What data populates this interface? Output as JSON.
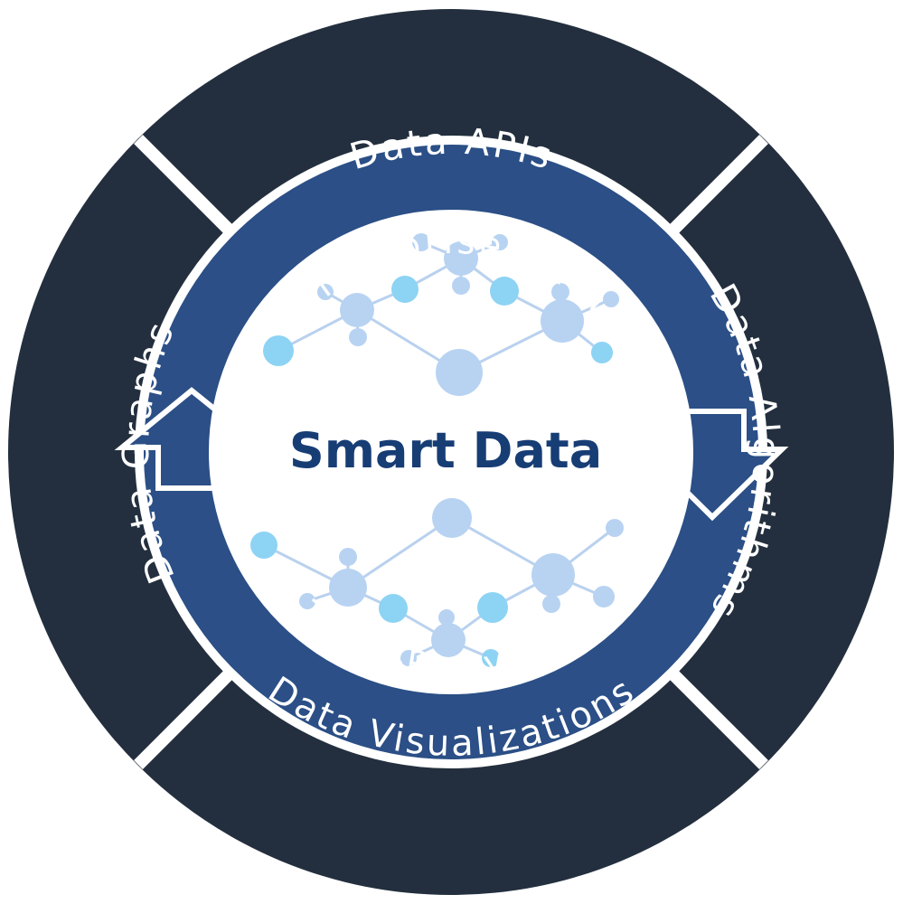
{
  "center": {
    "title": "Smart Data"
  },
  "inner_ring": {
    "top": "Enterprise Data",
    "bottom": "Third-Party Data"
  },
  "outer_ring": {
    "top": "Data APIs",
    "right": "Data Algorithms",
    "bottom": "Data Visualizations",
    "left": "Data Graphs"
  },
  "colors": {
    "outer_ring": "#232f3e",
    "separator": "#ffffff",
    "inner_ring": "#2b4f86",
    "arrow_outline": "#ffffff",
    "center_fill": "#ffffff",
    "title": "#173d75",
    "label": "#ffffff",
    "node_pale": "#b8d3f2",
    "node_bright": "#8dd3f4",
    "edge": "#b9d1ee"
  },
  "icons": {
    "top_network": "network-graph-icon",
    "bottom_network": "network-graph-icon"
  }
}
